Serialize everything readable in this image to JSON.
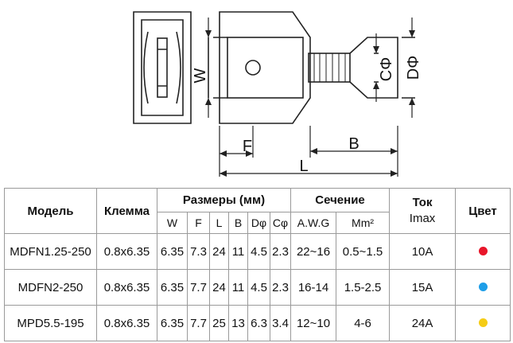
{
  "drawing": {
    "dim_labels": {
      "w": "W",
      "f": "F",
      "b": "B",
      "l": "L",
      "c_phi": "CΦ",
      "d_phi": "DΦ"
    }
  },
  "table": {
    "headers": {
      "model": "Модель",
      "terminal": "Клемма",
      "dims": "Размеры (мм)",
      "section": "Сечение",
      "current": "Ток",
      "current_sub": "Imax",
      "color": "Цвет"
    },
    "subheaders": {
      "w": "W",
      "f": "F",
      "l": "L",
      "b": "B",
      "d_phi": "Dφ",
      "c_phi": "Cφ",
      "awg": "A.W.G",
      "mm2": "Mm²"
    },
    "rows": [
      {
        "model": "MDFN1.25-250",
        "terminal": "0.8x6.35",
        "w": "6.35",
        "f": "7.3",
        "l": "24",
        "b": "11",
        "d": "4.5",
        "c": "2.3",
        "awg": "22~16",
        "mm2": "0.5~1.5",
        "current": "10A",
        "color": "#e8162a"
      },
      {
        "model": "MDFN2-250",
        "terminal": "0.8x6.35",
        "w": "6.35",
        "f": "7.7",
        "l": "24",
        "b": "11",
        "d": "4.5",
        "c": "2.3",
        "awg": "16-14",
        "mm2": "1.5-2.5",
        "current": "15A",
        "color": "#1e9ee8"
      },
      {
        "model": "MPD5.5-195",
        "terminal": "0.8x6.35",
        "w": "6.35",
        "f": "7.7",
        "l": "25",
        "b": "13",
        "d": "6.3",
        "c": "3.4",
        "awg": "12~10",
        "mm2": "4-6",
        "current": "24A",
        "color": "#f5cc15"
      }
    ]
  }
}
